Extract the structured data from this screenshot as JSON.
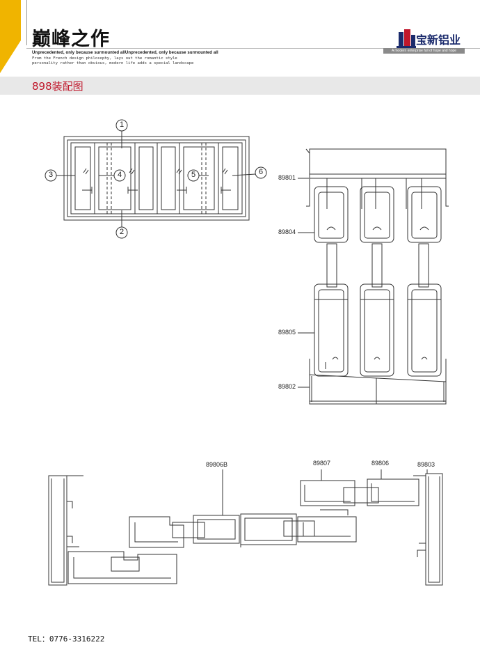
{
  "header": {
    "title": "巅峰之作",
    "tagline_bold": "Unprecedented, only because surmounted allUnprecedented, only because surmounted all",
    "tagline_lines": [
      "From the French design philosophy, lays out the romantic style",
      "personality rather than obvious, modern life adds a special landscape"
    ],
    "accent_color": "#f0b400"
  },
  "logo": {
    "name": "宝新铝业",
    "slogan": "A modern enterprise full of hope and hope",
    "icon": "building-logo-icon",
    "color": "#1a2a6c"
  },
  "section": {
    "title": "898装配图",
    "color": "#c0172b"
  },
  "elevation": {
    "markers": [
      "1",
      "2",
      "3",
      "4",
      "5",
      "6"
    ]
  },
  "vertical_section": {
    "parts": [
      "89801",
      "89804",
      "89805",
      "89802"
    ]
  },
  "horizontal_section": {
    "parts": [
      "89806B",
      "89807",
      "89806",
      "89803"
    ]
  },
  "footer": {
    "tel": "TEL：0776-3316222"
  }
}
